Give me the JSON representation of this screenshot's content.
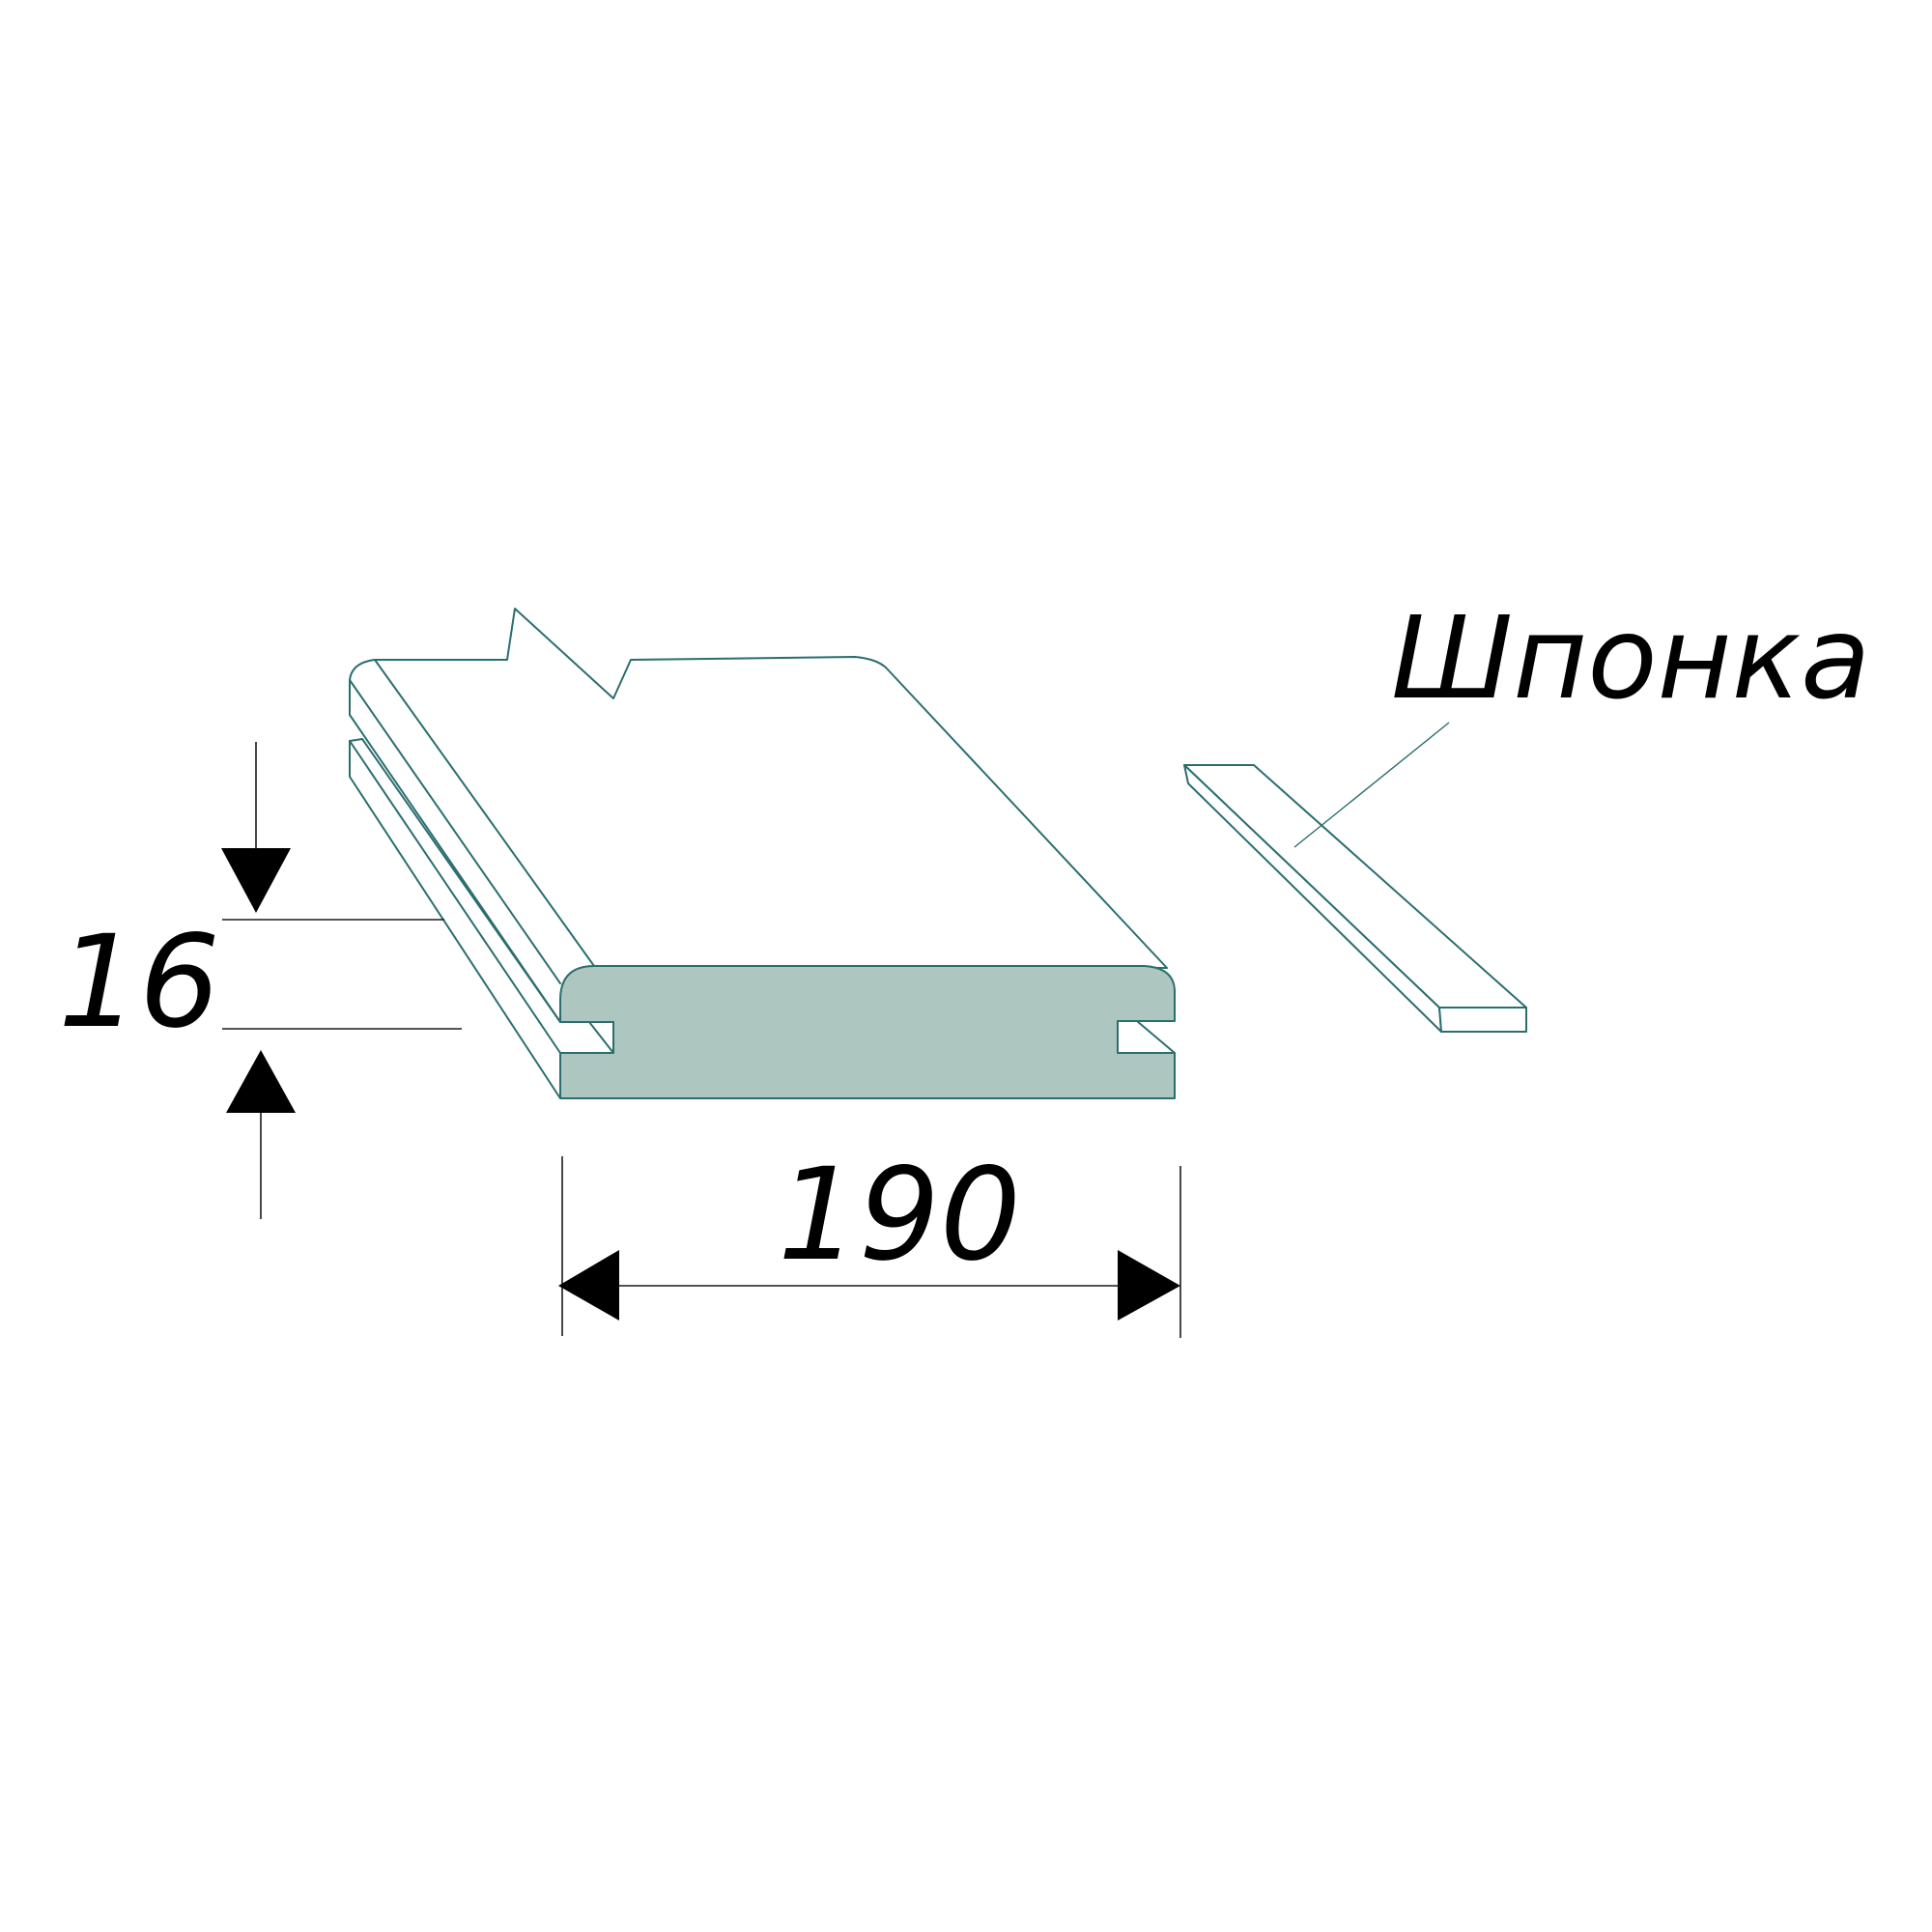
{
  "labels": {
    "spline": "Шпонка",
    "thickness": "16",
    "width": "190"
  },
  "colors": {
    "outline": "#2b6e6e",
    "section_fill": "#aec6c0",
    "dimension": "#000000",
    "background": "#ffffff"
  }
}
